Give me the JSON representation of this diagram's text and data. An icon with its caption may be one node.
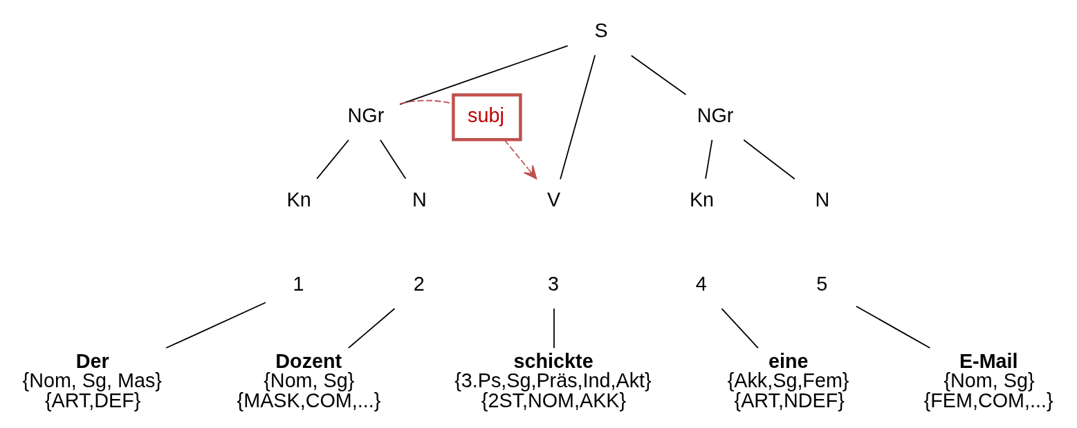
{
  "diagram": {
    "nodes": [
      {
        "text": [
          "S"
        ]
      },
      {
        "text": [
          "NGr"
        ]
      },
      {
        "text": [
          "subj"
        ]
      },
      {
        "text": [
          "NGr"
        ]
      },
      {
        "text": [
          "Kn"
        ]
      },
      {
        "text": [
          "N"
        ]
      },
      {
        "text": [
          "V"
        ]
      },
      {
        "text": [
          "Kn"
        ]
      },
      {
        "text": [
          "N"
        ]
      },
      {
        "text": [
          "1"
        ]
      },
      {
        "text": [
          "2"
        ]
      },
      {
        "text": [
          "3"
        ]
      },
      {
        "text": [
          "4"
        ]
      },
      {
        "text": [
          "5"
        ]
      },
      {
        "text": [
          "Der",
          "{Nom, Sg, Mas}",
          "{ART,DEF}"
        ]
      },
      {
        "text": [
          "Dozent",
          "{Nom, Sg}",
          "{MASK,COM,...}"
        ]
      },
      {
        "text": [
          "schickte",
          "{3.Ps,Sg,Präs,Ind,Akt}",
          "{2ST,NOM,AKK}"
        ]
      },
      {
        "text": [
          "eine",
          "{Akk,Sg,Fem}",
          "{ART,NDEF}"
        ]
      },
      {
        "text": [
          "E-Mail",
          "{Nom, Sg}",
          "{FEM,COM,...}"
        ]
      }
    ],
    "edges": [
      {
        "from": 0,
        "to": 1,
        "arrow": "none"
      },
      {
        "from": 0,
        "to": 6,
        "arrow": "none"
      },
      {
        "from": 0,
        "to": 3,
        "arrow": "none"
      },
      {
        "from": 1,
        "to": 4,
        "arrow": "none"
      },
      {
        "from": 1,
        "to": 5,
        "arrow": "none"
      },
      {
        "from": 3,
        "to": 7,
        "arrow": "none"
      },
      {
        "from": 3,
        "to": 8,
        "arrow": "none"
      },
      {
        "from": 1,
        "to": 2,
        "arrow": "none",
        "style": "dashed",
        "color": "#c0504d"
      },
      {
        "from": 2,
        "to": 6,
        "arrow": "to",
        "style": "dashed",
        "color": "#c0504d"
      },
      {
        "from": 9,
        "to": 14,
        "arrow": "none"
      },
      {
        "from": 10,
        "to": 15,
        "arrow": "none"
      },
      {
        "from": 11,
        "to": 16,
        "arrow": "none"
      },
      {
        "from": 12,
        "to": 17,
        "arrow": "none"
      },
      {
        "from": 13,
        "to": 18,
        "arrow": "none"
      }
    ]
  }
}
